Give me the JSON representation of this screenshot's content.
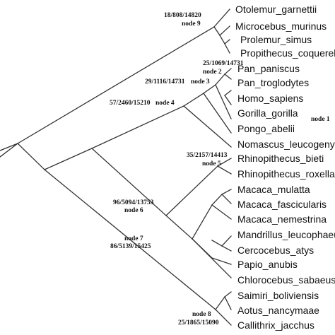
{
  "taxa": [
    "Otolemur_garnettii",
    "Microcebus_murinus",
    "Prolemur_simus",
    "Propithecus_coquereli",
    "Pan_paniscus",
    "Pan_troglodytes",
    "Homo_sapiens",
    "Gorilla_gorilla",
    "Pongo_abelii",
    "Nomascus_leucogenys",
    "Rhinopithecus_bieti",
    "Rhinopithecus_roxellana",
    "Macaca_mulatta",
    "Macaca_fascicularis",
    "Macaca_nemestrina",
    "Mandrillus_leucophaeus",
    "Cercocebus_atys",
    "Papio_anubis",
    "Chlorocebus_sabaeus",
    "Saimiri_boliviensis",
    "Aotus_nancymaae",
    "Callithrix_jacchus"
  ],
  "node_labels": {
    "node1": {
      "name": "node 1"
    },
    "node2": {
      "counts": "25/1069/14731",
      "name": "node 2"
    },
    "node3": {
      "counts": "29/1116/14731",
      "name": "node 3"
    },
    "node4": {
      "counts": "57/2460/15210",
      "name": "node 4"
    },
    "node5": {
      "counts": "35/2157/14413",
      "name": "node 5"
    },
    "node6": {
      "counts": "96/5094/13753",
      "name": "node 6"
    },
    "node7": {
      "counts": "86/5139/15425",
      "name": "node 7"
    },
    "node8": {
      "counts": "25/1865/15090",
      "name": "node 8"
    },
    "node9": {
      "counts": "18/808/14820",
      "name": "node 9"
    }
  }
}
